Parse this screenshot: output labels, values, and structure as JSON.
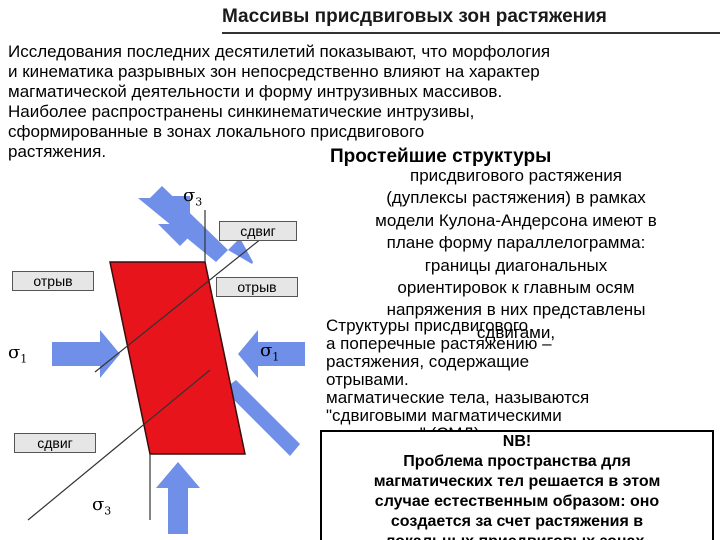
{
  "title": "Массивы присдвиговых зон растяжения",
  "intro_lines": [
    "Исследования последних десятилетий показывают, что морфология",
    "и кинематика разрывных зон непосредственно влияют на характер",
    "магматической деятельности и форму интрузивных массивов.",
    "Наиболее распространены синкинематические интрузивы,",
    "сформированные в зонах локального присдвигового",
    "растяжения."
  ],
  "subtitle": "Простейшие структуры",
  "right_lines": [
    "присдвигового растяжения",
    "(дуплексы растяжения) в рамках",
    "модели Кулона-Андерсона имеют в",
    "плане форму параллелограмма:",
    "границы диагональных",
    "ориентировок к главным осям",
    "напряжения в них представлены",
    "сдвигами,"
  ],
  "overlay_lines": [
    "Структуры присдвигового",
    "а поперечные растяжению –",
    "растяжения, содержащие",
    "отрывами.",
    "магматические тела, называются",
    "\"сдвиговыми магматическими",
    "дуплексами\" (СМД)"
  ],
  "nb_lines": [
    "NB!",
    "Проблема пространства для",
    "магматических тел решается в этом",
    "случае естественным образом: оно",
    "создается за счет растяжения в",
    "локальных присдвиговых зонах."
  ],
  "diagram": {
    "labels": {
      "sdvig_top": "сдвиг",
      "otryv_left": "отрыв",
      "otryv_right": "отрыв",
      "sdvig_bottom": "сдвиг"
    },
    "sigma": {
      "symbol": "σ",
      "s3_top_sub": "3",
      "s1_left_sub": "1",
      "s1_right_sub": "1",
      "s3_bottom_sub": "3"
    },
    "colors": {
      "parallelogram": "#e8141b",
      "arrow": "#6f8fe8",
      "label_bg": "#e6e6e6"
    }
  }
}
